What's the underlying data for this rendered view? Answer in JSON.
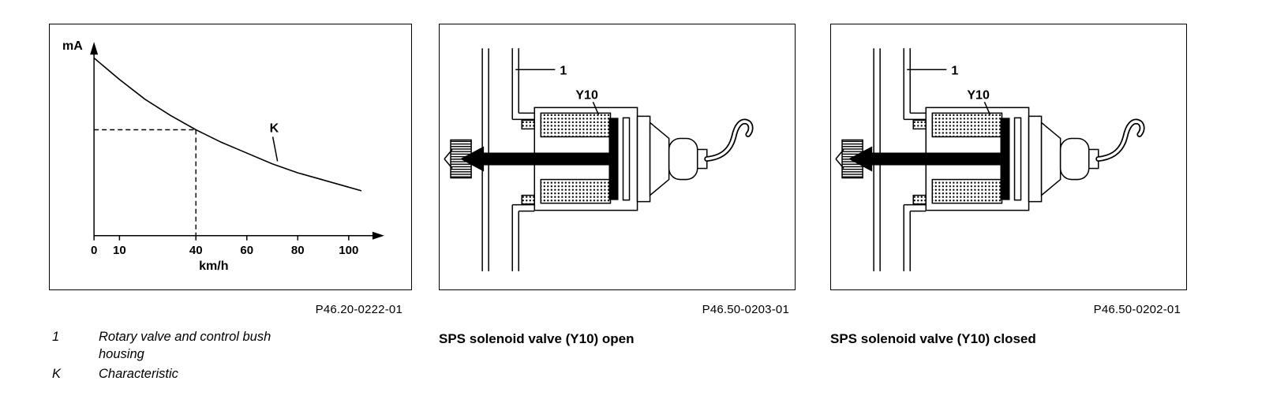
{
  "page": {
    "background": "#ffffff",
    "line_color": "#000000"
  },
  "chart_data": {
    "type": "line",
    "title": "",
    "xlabel": "km/h",
    "ylabel": "mA",
    "x_ticks": [
      "0",
      "10",
      "40",
      "60",
      "80",
      "100"
    ],
    "x_tick_values": [
      0,
      10,
      40,
      60,
      80,
      100
    ],
    "xlim": [
      0,
      105
    ],
    "y_axis_numeric_labels": false,
    "grid": false,
    "legend_position": "none",
    "curve_label": "K",
    "series": [
      {
        "name": "K",
        "x_km_h": [
          0,
          10,
          20,
          30,
          40,
          50,
          60,
          70,
          80,
          90,
          100,
          105
        ],
        "y_relative_percent": [
          99,
          87,
          76,
          67,
          59,
          52,
          46,
          40,
          35,
          31,
          27,
          25
        ]
      }
    ],
    "dashed_marker": {
      "x_km_h": 40,
      "y_relative_percent": 59
    }
  },
  "figures": [
    {
      "caption": "P46.20-0222-01",
      "title": ""
    },
    {
      "caption": "P46.50-0203-01",
      "title": "SPS solenoid valve (Y10) open",
      "labels": {
        "housing": "1",
        "valve": "Y10"
      },
      "state": "open"
    },
    {
      "caption": "P46.50-0202-01",
      "title": "SPS solenoid valve (Y10) closed",
      "labels": {
        "housing": "1",
        "valve": "Y10"
      },
      "state": "closed"
    }
  ],
  "legend": {
    "items": [
      {
        "key": "1",
        "text": "Rotary valve and control bush\nhousing"
      },
      {
        "key": "K",
        "text": "Characteristic"
      }
    ]
  }
}
